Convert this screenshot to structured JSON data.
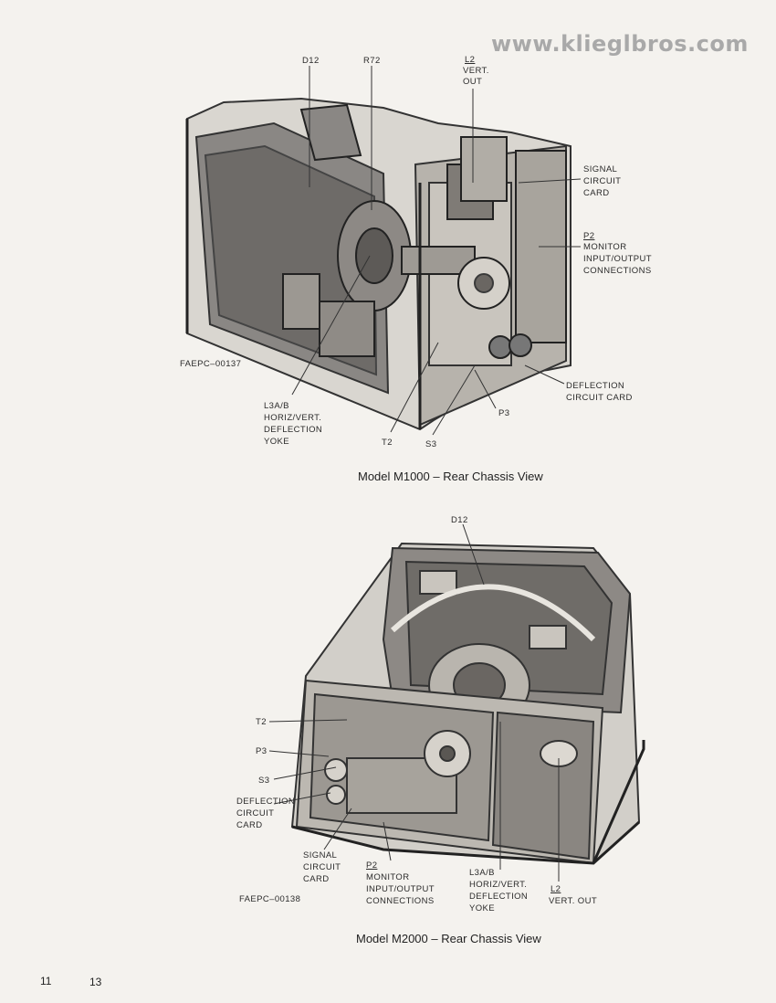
{
  "watermark": "www.klieglbros.com",
  "figure1": {
    "labels": {
      "d12": "D12",
      "r72": "R72",
      "l2_id": "L2",
      "l2_desc_1": "VERT.",
      "l2_desc_2": "OUT",
      "signal_card_1": "SIGNAL",
      "signal_card_2": "CIRCUIT",
      "signal_card_3": "CARD",
      "p2_id": "P2",
      "p2_desc_1": "MONITOR",
      "p2_desc_2": "INPUT/OUTPUT",
      "p2_desc_3": "CONNECTIONS",
      "figure_code": "FAEPC–00137",
      "deflection_card_1": "DEFLECTION",
      "deflection_card_2": "CIRCUIT CARD",
      "yoke_1": "L3A/B",
      "yoke_2": "HORIZ/VERT.",
      "yoke_3": "DEFLECTION",
      "yoke_4": "YOKE",
      "p3": "P3",
      "t2": "T2",
      "s3": "S3"
    },
    "caption": "Model M1000 – Rear Chassis View"
  },
  "figure2": {
    "labels": {
      "d12": "D12",
      "t2": "T2",
      "p3": "P3",
      "s3": "S3",
      "deflection_card_1": "DEFLECTION",
      "deflection_card_2": "CIRCUIT",
      "deflection_card_3": "CARD",
      "signal_card_1": "SIGNAL",
      "signal_card_2": "CIRCUIT",
      "signal_card_3": "CARD",
      "p2_id": "P2",
      "p2_desc_1": "MONITOR",
      "p2_desc_2": "INPUT/OUTPUT",
      "p2_desc_3": "CONNECTIONS",
      "yoke_1": "L3A/B",
      "yoke_2": "HORIZ/VERT.",
      "yoke_3": "DEFLECTION",
      "yoke_4": "YOKE",
      "l2_id": "L2",
      "l2_desc": "VERT. OUT",
      "figure_code": "FAEPC–00138"
    },
    "caption": "Model M2000 – Rear Chassis View"
  },
  "page_numbers": {
    "left": "11",
    "right": "13"
  }
}
